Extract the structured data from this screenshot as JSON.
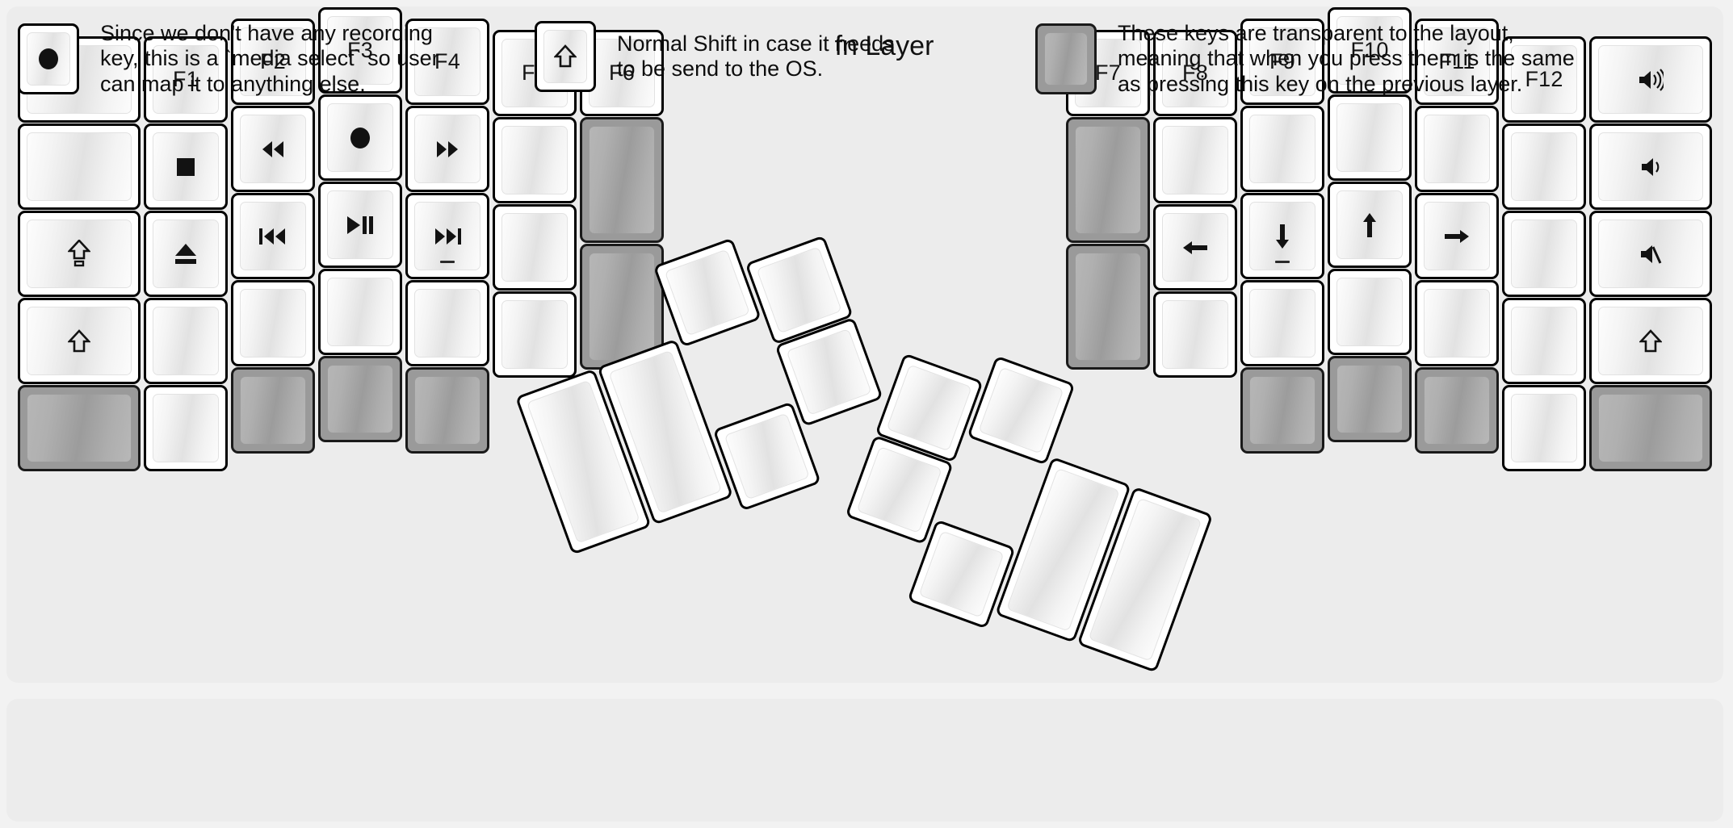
{
  "title": "fn Layer",
  "colors": {
    "background": "#f2f2f2",
    "panel": "#ececec",
    "key_face": "#ffffff",
    "key_border": "#000000",
    "transparent_key": "#9a9a9a",
    "legend_text": "#0d0d0d"
  },
  "legend": {
    "items": [
      {
        "icon": "record-icon",
        "variant": "normal",
        "text": "Since we don't have any recording\nkey, this is a `media select` so user\ncan map it to anything else."
      },
      {
        "icon": "shift-arrow-icon",
        "variant": "normal",
        "text": "Normal Shift in case it needs\nto be send to the OS."
      },
      {
        "icon": "blank-icon",
        "variant": "transparent",
        "text": "These keys are transparent to the layout,\nmeaning that when you press them is the same\nas pressing this key on the previous layer."
      }
    ]
  },
  "keyboard": {
    "left_half": {
      "columns": [
        {
          "name": "col-outer-left",
          "keys": [
            {
              "label": "",
              "icon": "blank-icon",
              "variant": "normal"
            },
            {
              "label": "",
              "icon": "blank-icon",
              "variant": "normal"
            },
            {
              "label": "",
              "icon": "capslock-icon",
              "variant": "normal"
            },
            {
              "label": "",
              "icon": "shift-arrow-icon",
              "variant": "normal"
            },
            {
              "label": "",
              "icon": "blank-icon",
              "variant": "transparent"
            }
          ]
        },
        {
          "name": "col-f1",
          "keys": [
            {
              "label": "F1",
              "icon": "",
              "variant": "normal"
            },
            {
              "label": "",
              "icon": "stop-icon",
              "variant": "normal"
            },
            {
              "label": "",
              "icon": "eject-icon",
              "variant": "normal"
            },
            {
              "label": "",
              "icon": "blank-icon",
              "variant": "normal"
            },
            {
              "label": "",
              "icon": "blank-icon",
              "variant": "normal"
            }
          ]
        },
        {
          "name": "col-f2",
          "keys": [
            {
              "label": "F2",
              "icon": "",
              "variant": "normal"
            },
            {
              "label": "",
              "icon": "rewind-icon",
              "variant": "normal"
            },
            {
              "label": "",
              "icon": "prev-track-icon",
              "variant": "normal"
            },
            {
              "label": "",
              "icon": "blank-icon",
              "variant": "normal"
            },
            {
              "label": "",
              "icon": "blank-icon",
              "variant": "transparent"
            }
          ]
        },
        {
          "name": "col-f3",
          "keys": [
            {
              "label": "F3",
              "icon": "",
              "variant": "normal"
            },
            {
              "label": "",
              "icon": "record-icon",
              "variant": "normal"
            },
            {
              "label": "",
              "icon": "play-pause-icon",
              "variant": "normal"
            },
            {
              "label": "",
              "icon": "blank-icon",
              "variant": "normal"
            },
            {
              "label": "",
              "icon": "blank-icon",
              "variant": "transparent"
            }
          ]
        },
        {
          "name": "col-f4",
          "keys": [
            {
              "label": "F4",
              "icon": "",
              "variant": "normal"
            },
            {
              "label": "",
              "icon": "fast-forward-icon",
              "variant": "normal"
            },
            {
              "label": "",
              "icon": "next-track-icon",
              "variant": "normal",
              "homing": true
            },
            {
              "label": "",
              "icon": "blank-icon",
              "variant": "normal"
            },
            {
              "label": "",
              "icon": "blank-icon",
              "variant": "transparent"
            }
          ]
        },
        {
          "name": "col-f5",
          "keys": [
            {
              "label": "F5",
              "icon": "",
              "variant": "normal"
            },
            {
              "label": "",
              "icon": "blank-icon",
              "variant": "normal"
            },
            {
              "label": "",
              "icon": "blank-icon",
              "variant": "normal"
            },
            {
              "label": "",
              "icon": "blank-icon",
              "variant": "normal"
            }
          ]
        },
        {
          "name": "col-f6",
          "keys": [
            {
              "label": "F6",
              "icon": "",
              "variant": "normal"
            },
            {
              "label": "",
              "icon": "blank-icon",
              "variant": "transparent"
            },
            {
              "label": "",
              "icon": "blank-icon",
              "variant": "transparent"
            }
          ]
        }
      ],
      "thumb_cluster": [
        {
          "name": "left-thumb-1",
          "icon": "blank-icon",
          "variant": "normal"
        },
        {
          "name": "left-thumb-2",
          "icon": "blank-icon",
          "variant": "normal"
        },
        {
          "name": "left-thumb-3",
          "icon": "blank-icon",
          "variant": "normal"
        },
        {
          "name": "left-thumb-4",
          "icon": "blank-icon",
          "variant": "normal"
        },
        {
          "name": "left-thumb-5",
          "icon": "blank-icon",
          "variant": "normal"
        },
        {
          "name": "left-thumb-6",
          "icon": "blank-icon",
          "variant": "normal"
        }
      ]
    },
    "right_half": {
      "columns": [
        {
          "name": "col-f7",
          "keys": [
            {
              "label": "F7",
              "icon": "",
              "variant": "normal"
            },
            {
              "label": "",
              "icon": "blank-icon",
              "variant": "transparent"
            },
            {
              "label": "",
              "icon": "blank-icon",
              "variant": "transparent"
            }
          ]
        },
        {
          "name": "col-f8",
          "keys": [
            {
              "label": "F8",
              "icon": "",
              "variant": "normal"
            },
            {
              "label": "",
              "icon": "blank-icon",
              "variant": "normal"
            },
            {
              "label": "",
              "icon": "arrow-left-icon",
              "variant": "normal"
            },
            {
              "label": "",
              "icon": "blank-icon",
              "variant": "normal"
            }
          ]
        },
        {
          "name": "col-f9",
          "keys": [
            {
              "label": "F9",
              "icon": "",
              "variant": "normal"
            },
            {
              "label": "",
              "icon": "blank-icon",
              "variant": "normal"
            },
            {
              "label": "",
              "icon": "arrow-down-icon",
              "variant": "normal",
              "homing": true
            },
            {
              "label": "",
              "icon": "blank-icon",
              "variant": "normal"
            },
            {
              "label": "",
              "icon": "blank-icon",
              "variant": "transparent"
            }
          ]
        },
        {
          "name": "col-f10",
          "keys": [
            {
              "label": "F10",
              "icon": "",
              "variant": "normal"
            },
            {
              "label": "",
              "icon": "blank-icon",
              "variant": "normal"
            },
            {
              "label": "",
              "icon": "arrow-up-icon",
              "variant": "normal"
            },
            {
              "label": "",
              "icon": "blank-icon",
              "variant": "normal"
            },
            {
              "label": "",
              "icon": "blank-icon",
              "variant": "transparent"
            }
          ]
        },
        {
          "name": "col-f11",
          "keys": [
            {
              "label": "F11",
              "icon": "",
              "variant": "normal"
            },
            {
              "label": "",
              "icon": "blank-icon",
              "variant": "normal"
            },
            {
              "label": "",
              "icon": "arrow-right-icon",
              "variant": "normal"
            },
            {
              "label": "",
              "icon": "blank-icon",
              "variant": "normal"
            },
            {
              "label": "",
              "icon": "blank-icon",
              "variant": "transparent"
            }
          ]
        },
        {
          "name": "col-f12",
          "keys": [
            {
              "label": "F12",
              "icon": "",
              "variant": "normal"
            },
            {
              "label": "",
              "icon": "blank-icon",
              "variant": "normal"
            },
            {
              "label": "",
              "icon": "blank-icon",
              "variant": "normal"
            },
            {
              "label": "",
              "icon": "blank-icon",
              "variant": "normal"
            },
            {
              "label": "",
              "icon": "blank-icon",
              "variant": "normal"
            }
          ]
        },
        {
          "name": "col-outer-right",
          "keys": [
            {
              "label": "",
              "icon": "volume-up-icon",
              "variant": "normal"
            },
            {
              "label": "",
              "icon": "volume-down-icon",
              "variant": "normal"
            },
            {
              "label": "",
              "icon": "volume-mute-icon",
              "variant": "normal"
            },
            {
              "label": "",
              "icon": "shift-arrow-icon",
              "variant": "normal"
            },
            {
              "label": "",
              "icon": "blank-icon",
              "variant": "transparent"
            }
          ]
        }
      ],
      "thumb_cluster": [
        {
          "name": "right-thumb-1",
          "icon": "blank-icon",
          "variant": "normal"
        },
        {
          "name": "right-thumb-2",
          "icon": "blank-icon",
          "variant": "normal"
        },
        {
          "name": "right-thumb-3",
          "icon": "blank-icon",
          "variant": "normal"
        },
        {
          "name": "right-thumb-4",
          "icon": "blank-icon",
          "variant": "normal"
        },
        {
          "name": "right-thumb-5",
          "icon": "blank-icon",
          "variant": "normal"
        },
        {
          "name": "right-thumb-6",
          "icon": "blank-icon",
          "variant": "normal"
        }
      ]
    }
  }
}
